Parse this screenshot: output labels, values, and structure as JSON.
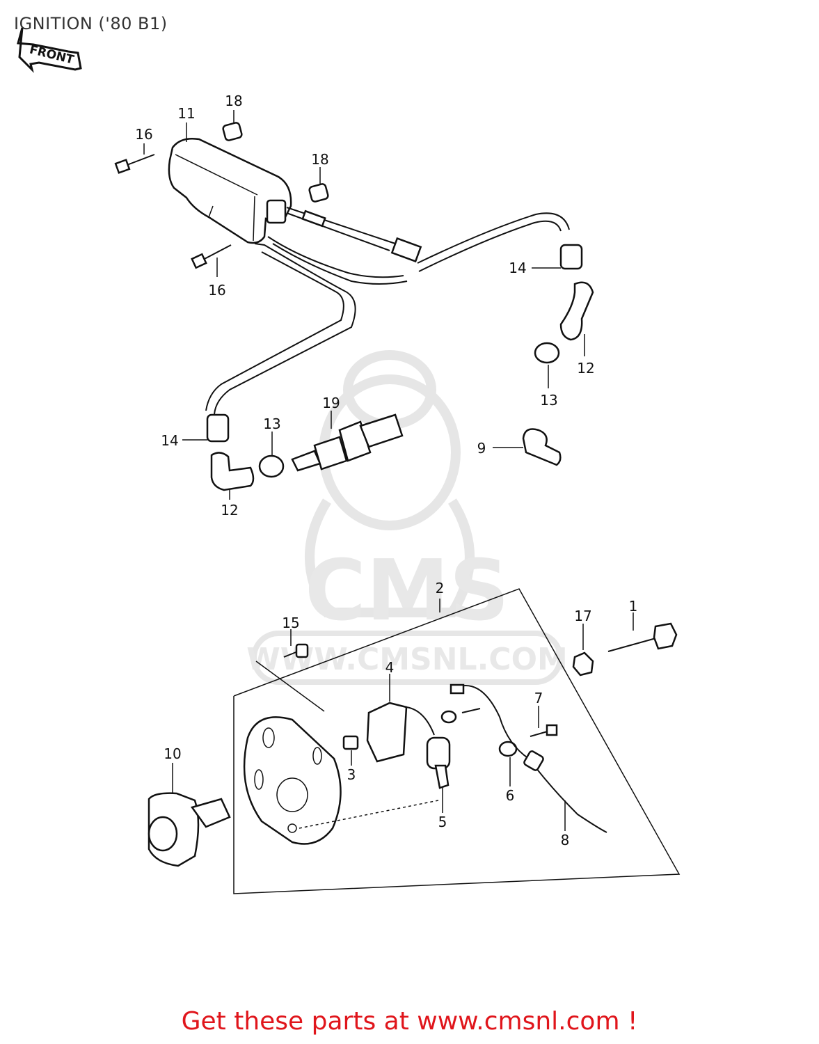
{
  "diagram": {
    "title": "IGNITION ('80 B1)",
    "front_label": "FRONT",
    "watermark_logo_text": "CMS",
    "watermark_url": "WWW.CMSNL.COM",
    "callouts": {
      "p1": "1",
      "p2": "2",
      "p3": "3",
      "p4": "4",
      "p5": "5",
      "p6": "6",
      "p7": "7",
      "p8": "8",
      "p9": "9",
      "p10": "10",
      "p11": "11",
      "p12a": "12",
      "p12b": "12",
      "p13a": "13",
      "p13b": "13",
      "p14a": "14",
      "p14b": "14",
      "p15": "15",
      "p16a": "16",
      "p16b": "16",
      "p17": "17",
      "p18a": "18",
      "p18b": "18",
      "p19": "19"
    }
  },
  "footer": {
    "link_text": "Get these parts at www.cmsnl.com !",
    "link_color": "#e0151b"
  }
}
